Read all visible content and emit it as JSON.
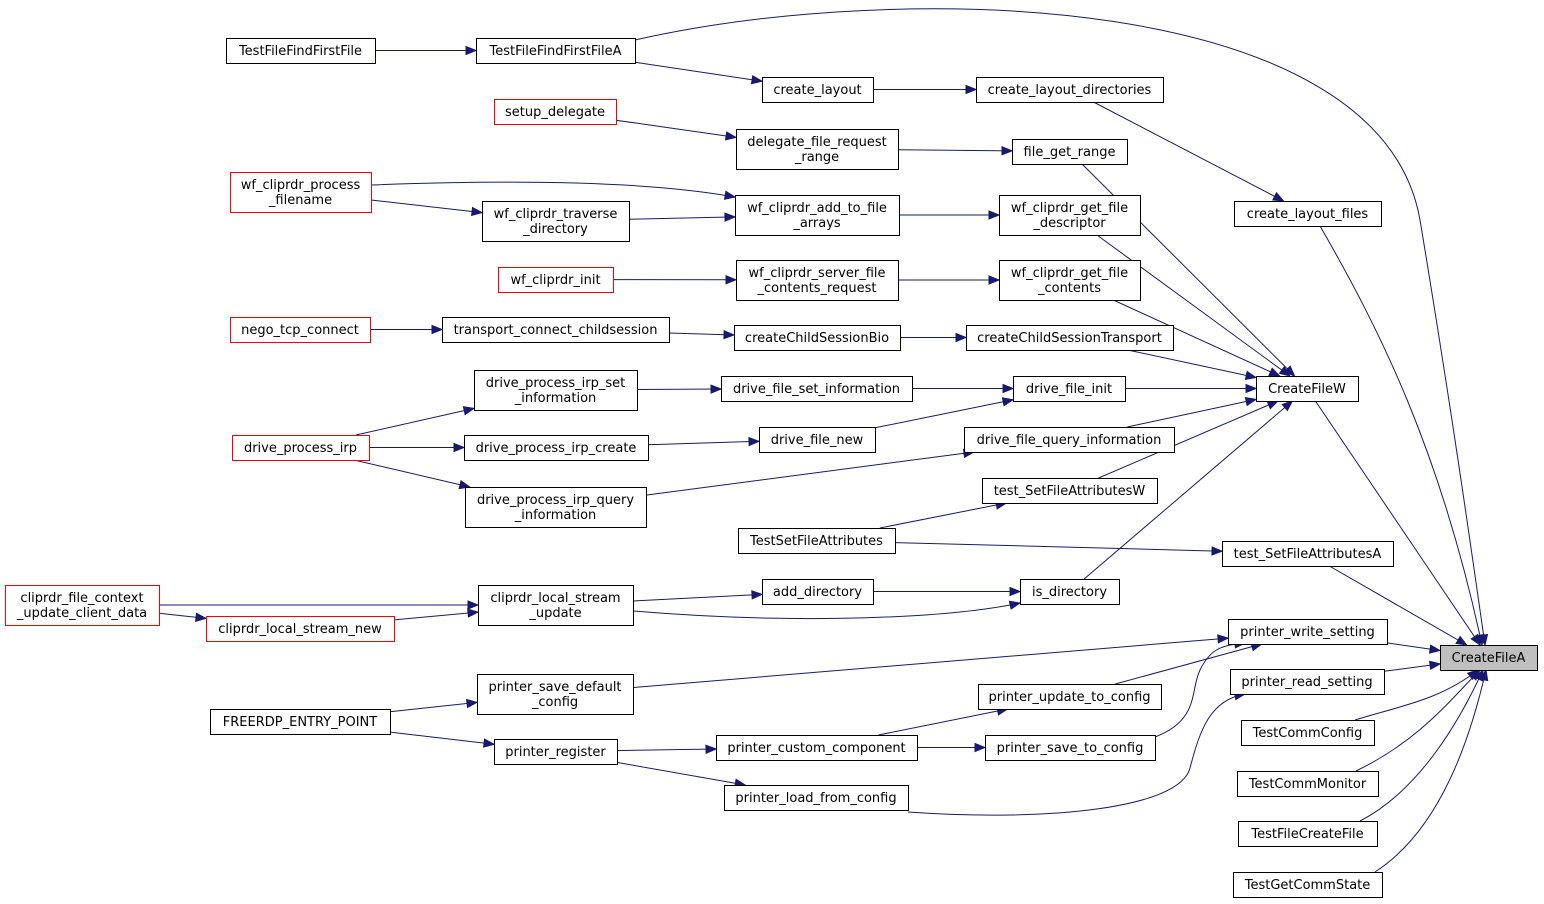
{
  "graph": {
    "colors": {
      "edge": "#191970",
      "node_border": "#000000",
      "truncated_border": "#ff0000",
      "root_fill": "#bfbfbf"
    },
    "nodes": [
      {
        "id": "n1",
        "lines": [
          "TestFileFindFirstFile"
        ]
      },
      {
        "id": "n2",
        "lines": [
          "TestFileFindFirstFileA"
        ]
      },
      {
        "id": "n3",
        "lines": [
          "create_layout"
        ]
      },
      {
        "id": "n4",
        "lines": [
          "create_layout_directories"
        ]
      },
      {
        "id": "n5",
        "lines": [
          "setup_delegate"
        ],
        "truncated": true
      },
      {
        "id": "n6",
        "lines": [
          "delegate_file_request",
          "_range"
        ]
      },
      {
        "id": "n7",
        "lines": [
          "file_get_range"
        ]
      },
      {
        "id": "n8",
        "lines": [
          "create_layout_files"
        ]
      },
      {
        "id": "n9",
        "lines": [
          "wf_cliprdr_process",
          "_filename"
        ],
        "truncated": true
      },
      {
        "id": "n10",
        "lines": [
          "wf_cliprdr_traverse",
          "_directory"
        ]
      },
      {
        "id": "n11",
        "lines": [
          "wf_cliprdr_add_to_file",
          "_arrays"
        ]
      },
      {
        "id": "n12",
        "lines": [
          "wf_cliprdr_get_file",
          "_descriptor"
        ]
      },
      {
        "id": "n13",
        "lines": [
          "wf_cliprdr_init"
        ],
        "truncated": true
      },
      {
        "id": "n14",
        "lines": [
          "wf_cliprdr_server_file",
          "_contents_request"
        ]
      },
      {
        "id": "n15",
        "lines": [
          "wf_cliprdr_get_file",
          "_contents"
        ]
      },
      {
        "id": "n16",
        "lines": [
          "nego_tcp_connect"
        ],
        "truncated": true
      },
      {
        "id": "n17",
        "lines": [
          "transport_connect_childsession"
        ]
      },
      {
        "id": "n18",
        "lines": [
          "createChildSessionBio"
        ]
      },
      {
        "id": "n19",
        "lines": [
          "createChildSessionTransport"
        ]
      },
      {
        "id": "n20",
        "lines": [
          "drive_process_irp_set",
          "_information"
        ]
      },
      {
        "id": "n21",
        "lines": [
          "drive_file_set_information"
        ]
      },
      {
        "id": "n22",
        "lines": [
          "drive_file_init"
        ]
      },
      {
        "id": "n23",
        "lines": [
          "CreateFileW"
        ]
      },
      {
        "id": "n24",
        "lines": [
          "drive_process_irp"
        ],
        "truncated": true
      },
      {
        "id": "n25",
        "lines": [
          "drive_process_irp_create"
        ]
      },
      {
        "id": "n26",
        "lines": [
          "drive_file_new"
        ]
      },
      {
        "id": "n27",
        "lines": [
          "drive_file_query_information"
        ]
      },
      {
        "id": "n28",
        "lines": [
          "drive_process_irp_query",
          "_information"
        ]
      },
      {
        "id": "n29",
        "lines": [
          "test_SetFileAttributesW"
        ]
      },
      {
        "id": "n30",
        "lines": [
          "TestSetFileAttributes"
        ]
      },
      {
        "id": "n31",
        "lines": [
          "test_SetFileAttributesA"
        ]
      },
      {
        "id": "n32",
        "lines": [
          "cliprdr_file_context",
          "_update_client_data"
        ],
        "truncated": true
      },
      {
        "id": "n33",
        "lines": [
          "cliprdr_local_stream",
          "_update"
        ]
      },
      {
        "id": "n34",
        "lines": [
          "add_directory"
        ]
      },
      {
        "id": "n35",
        "lines": [
          "is_directory"
        ]
      },
      {
        "id": "n36",
        "lines": [
          "cliprdr_local_stream_new"
        ],
        "truncated": true
      },
      {
        "id": "n37",
        "lines": [
          "printer_write_setting"
        ]
      },
      {
        "id": "n38",
        "lines": [
          "CreateFileA"
        ],
        "root": true
      },
      {
        "id": "n39",
        "lines": [
          "printer_save_default",
          "_config"
        ]
      },
      {
        "id": "n40",
        "lines": [
          "printer_update_to_config"
        ]
      },
      {
        "id": "n41",
        "lines": [
          "printer_read_setting"
        ]
      },
      {
        "id": "n42",
        "lines": [
          "FREERDP_ENTRY_POINT"
        ]
      },
      {
        "id": "n43",
        "lines": [
          "printer_register"
        ]
      },
      {
        "id": "n44",
        "lines": [
          "printer_custom_component"
        ]
      },
      {
        "id": "n45",
        "lines": [
          "printer_save_to_config"
        ]
      },
      {
        "id": "n46",
        "lines": [
          "TestCommConfig"
        ]
      },
      {
        "id": "n47",
        "lines": [
          "TestCommMonitor"
        ]
      },
      {
        "id": "n48",
        "lines": [
          "printer_load_from_config"
        ]
      },
      {
        "id": "n49",
        "lines": [
          "TestFileCreateFile"
        ]
      },
      {
        "id": "n50",
        "lines": [
          "TestGetCommState"
        ]
      }
    ],
    "edges": [
      [
        "n1",
        "n2"
      ],
      [
        "n2",
        "n3"
      ],
      [
        "n3",
        "n4"
      ],
      [
        "n2",
        "n38"
      ],
      [
        "n4",
        "n8"
      ],
      [
        "n8",
        "n38"
      ],
      [
        "n5",
        "n6"
      ],
      [
        "n6",
        "n7"
      ],
      [
        "n7",
        "n23"
      ],
      [
        "n9",
        "n11"
      ],
      [
        "n9",
        "n10"
      ],
      [
        "n10",
        "n11"
      ],
      [
        "n11",
        "n12"
      ],
      [
        "n12",
        "n23"
      ],
      [
        "n13",
        "n14"
      ],
      [
        "n14",
        "n15"
      ],
      [
        "n15",
        "n23"
      ],
      [
        "n16",
        "n17"
      ],
      [
        "n17",
        "n18"
      ],
      [
        "n18",
        "n19"
      ],
      [
        "n19",
        "n23"
      ],
      [
        "n24",
        "n20"
      ],
      [
        "n20",
        "n21"
      ],
      [
        "n21",
        "n22"
      ],
      [
        "n22",
        "n23"
      ],
      [
        "n24",
        "n25"
      ],
      [
        "n25",
        "n26"
      ],
      [
        "n26",
        "n22"
      ],
      [
        "n24",
        "n28"
      ],
      [
        "n28",
        "n27"
      ],
      [
        "n27",
        "n23"
      ],
      [
        "n30",
        "n29"
      ],
      [
        "n29",
        "n23"
      ],
      [
        "n30",
        "n31"
      ],
      [
        "n31",
        "n38"
      ],
      [
        "n32",
        "n33"
      ],
      [
        "n32",
        "n36"
      ],
      [
        "n36",
        "n33"
      ],
      [
        "n33",
        "n34"
      ],
      [
        "n34",
        "n35"
      ],
      [
        "n33",
        "n35"
      ],
      [
        "n35",
        "n23"
      ],
      [
        "n23",
        "n38"
      ],
      [
        "n39",
        "n37"
      ],
      [
        "n40",
        "n37"
      ],
      [
        "n45",
        "n37"
      ],
      [
        "n37",
        "n38"
      ],
      [
        "n42",
        "n39"
      ],
      [
        "n42",
        "n43"
      ],
      [
        "n43",
        "n44"
      ],
      [
        "n44",
        "n40"
      ],
      [
        "n44",
        "n45"
      ],
      [
        "n43",
        "n48"
      ],
      [
        "n48",
        "n41"
      ],
      [
        "n41",
        "n38"
      ],
      [
        "n46",
        "n38"
      ],
      [
        "n47",
        "n38"
      ],
      [
        "n49",
        "n38"
      ],
      [
        "n50",
        "n38"
      ]
    ]
  }
}
